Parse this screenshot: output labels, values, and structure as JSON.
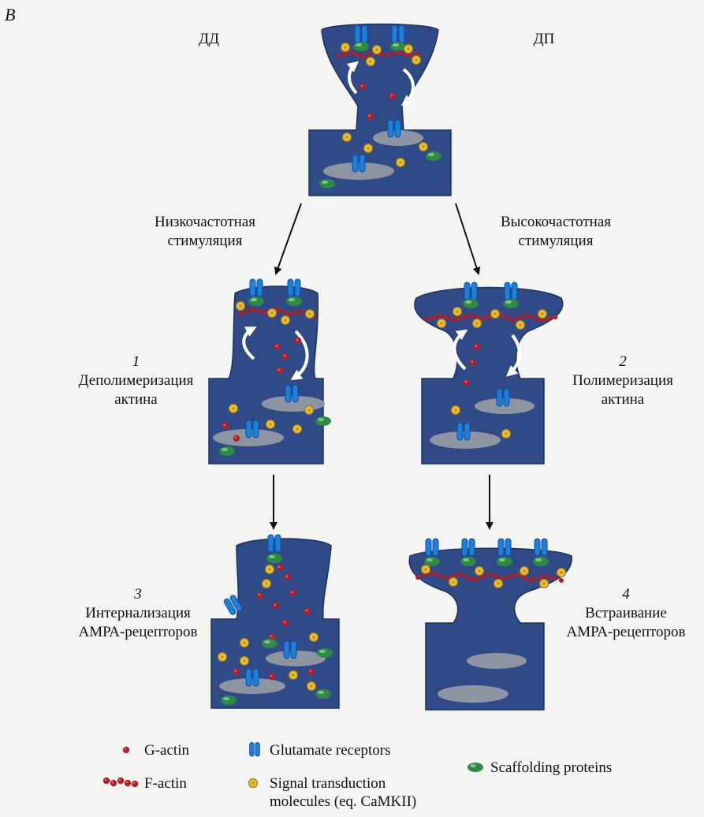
{
  "panel_letter": "B",
  "col_left": "ДД",
  "col_right": "ДП",
  "stim_low": [
    "Низкочастотная",
    "стимуляция"
  ],
  "stim_high": [
    "Высокочастотная",
    "стимуляция"
  ],
  "step1": {
    "num": "1",
    "lines": [
      "Деполимеризация",
      "актина"
    ]
  },
  "step2": {
    "num": "2",
    "lines": [
      "Полимеризация",
      "актина"
    ]
  },
  "step3": {
    "num": "3",
    "lines": [
      "Интернализация",
      "АМРА-рецепторов"
    ]
  },
  "step4": {
    "num": "4",
    "lines": [
      "Встраивание",
      "АМРА-рецепторов"
    ]
  },
  "legend": {
    "g_actin": "G-actin",
    "f_actin": "F-actin",
    "glutamate": "Glutamate receptors",
    "signal": [
      "Signal transduction",
      "molecules (eq. CaMKII)"
    ],
    "scaffolding": "Scaffolding proteins"
  },
  "colors": {
    "spine": "#2f4a86",
    "g_actin": "#b0202a",
    "receptor": "#1d7fd8",
    "signal": "#e8c040",
    "scaffold": "#2e8a45",
    "pad": "#8d95a3"
  }
}
